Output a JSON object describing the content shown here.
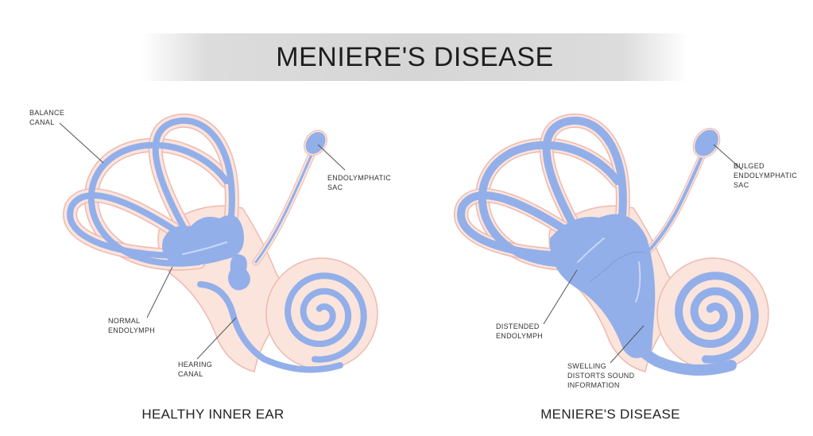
{
  "title": "MENIERE'S DISEASE",
  "colors": {
    "tissue": "#fbe4dc",
    "tissue_edge": "#eeb9ae",
    "fluid": "#93afe9",
    "fluid_edge": "#7e9be0"
  },
  "left_panel": {
    "caption": "HEALTHY INNER EAR",
    "labels": {
      "balance_canal": "BALANCE\nCANAL",
      "endolymphatic_sac": "ENDOLYMPHATIC\nSAC",
      "normal_endolymph": "NORMAL\nENDOLYMPH",
      "hearing_canal": "HEARING\nCANAL"
    }
  },
  "right_panel": {
    "caption": "MENIERE'S DISEASE",
    "labels": {
      "bulged_sac": "BULGED\nENDOLYMPHATIC\nSAC",
      "distended_endolymph": "DISTENDED\nENDOLYMPH",
      "swelling": "SWELLING\nDISTORTS SOUND\nINFORMATION"
    }
  }
}
